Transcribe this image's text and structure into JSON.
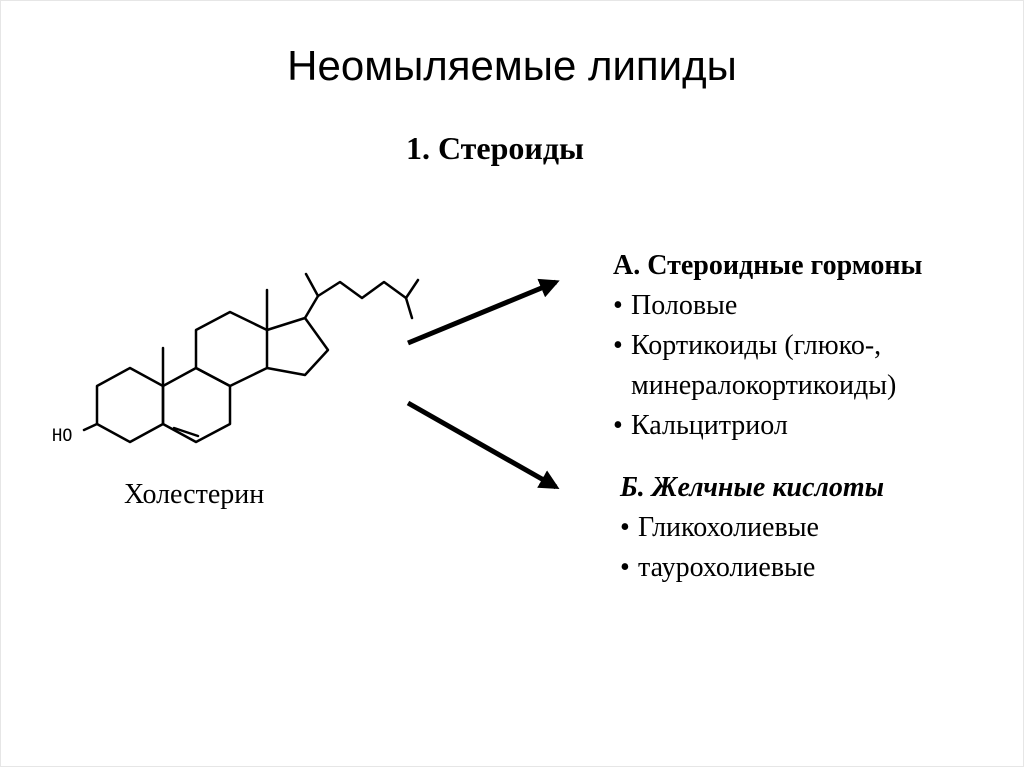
{
  "slide": {
    "title": "Неомыляемые липиды",
    "subtitle": "1. Стероиды"
  },
  "molecule": {
    "name": "Холестерин",
    "ho_label": "HO"
  },
  "groups": [
    {
      "heading": "А. Стероидные гормоны",
      "items": [
        {
          "text": "Половые"
        },
        {
          "text": "Кортикоиды (глюко-,",
          "continuation": "минералокортикоиды)"
        },
        {
          "text": "Кальцитриол"
        }
      ]
    },
    {
      "heading": "Б. Желчные кислоты",
      "items": [
        {
          "text": "Гликохолиевые"
        },
        {
          "text": "таурохолиевые"
        }
      ]
    }
  ],
  "bullet_glyph": "•"
}
